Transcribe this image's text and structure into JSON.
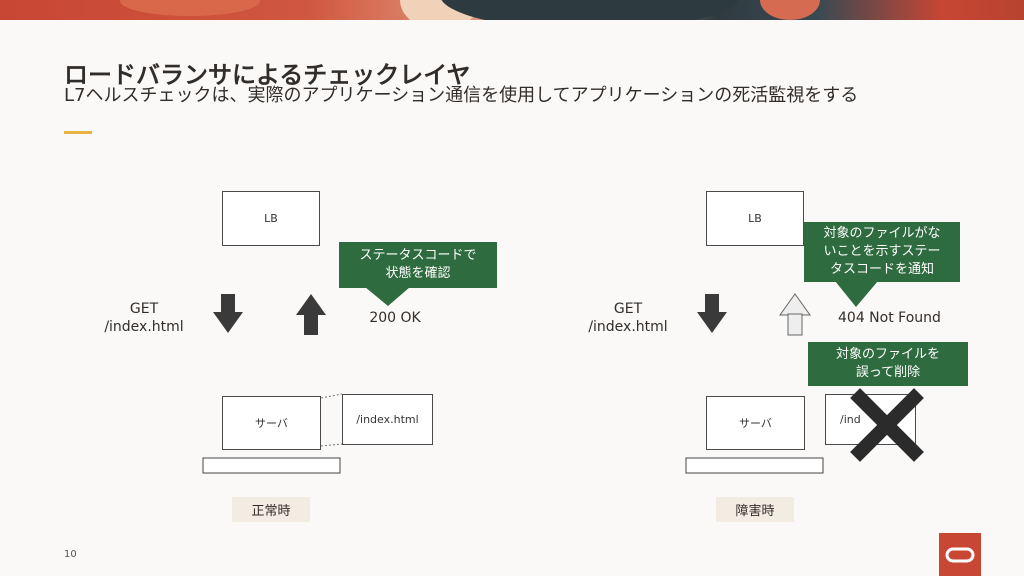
{
  "slide": {
    "title": "ロードバランサによるチェックレイヤ",
    "subtitle": "L7ヘルスチェックは、実際のアプリケーション通信を使用してアプリケーションの死活監視をする",
    "page_number": "10"
  },
  "normal": {
    "lb_label": "LB",
    "request_label": "GET\n/index.html",
    "response_label": "200 OK",
    "callout": "ステータスコードで\n状態を確認",
    "server_label": "サーバ",
    "file_label": "/index.html",
    "tag": "正常時"
  },
  "failure": {
    "lb_label": "LB",
    "request_label": "GET\n/index.html",
    "response_label": "404 Not Found",
    "callout_notify": "対象のファイルがな\nいことを示すステー\nタスコードを通知",
    "callout_delete": "対象のファイルを\n誤って削除",
    "server_label": "サーバ",
    "file_label": "/ind",
    "tag": "障害時"
  },
  "colors": {
    "callout_green": "#2e6b3e",
    "tag_bg": "#f3ece2",
    "oracle_red": "#c74634",
    "accent_yellow": "#e8b33f"
  },
  "icons": {
    "down_arrow": "down-arrow-icon",
    "up_arrow": "up-arrow-icon",
    "delete_cross": "x-mark-icon",
    "logo": "oracle-logo-icon"
  }
}
